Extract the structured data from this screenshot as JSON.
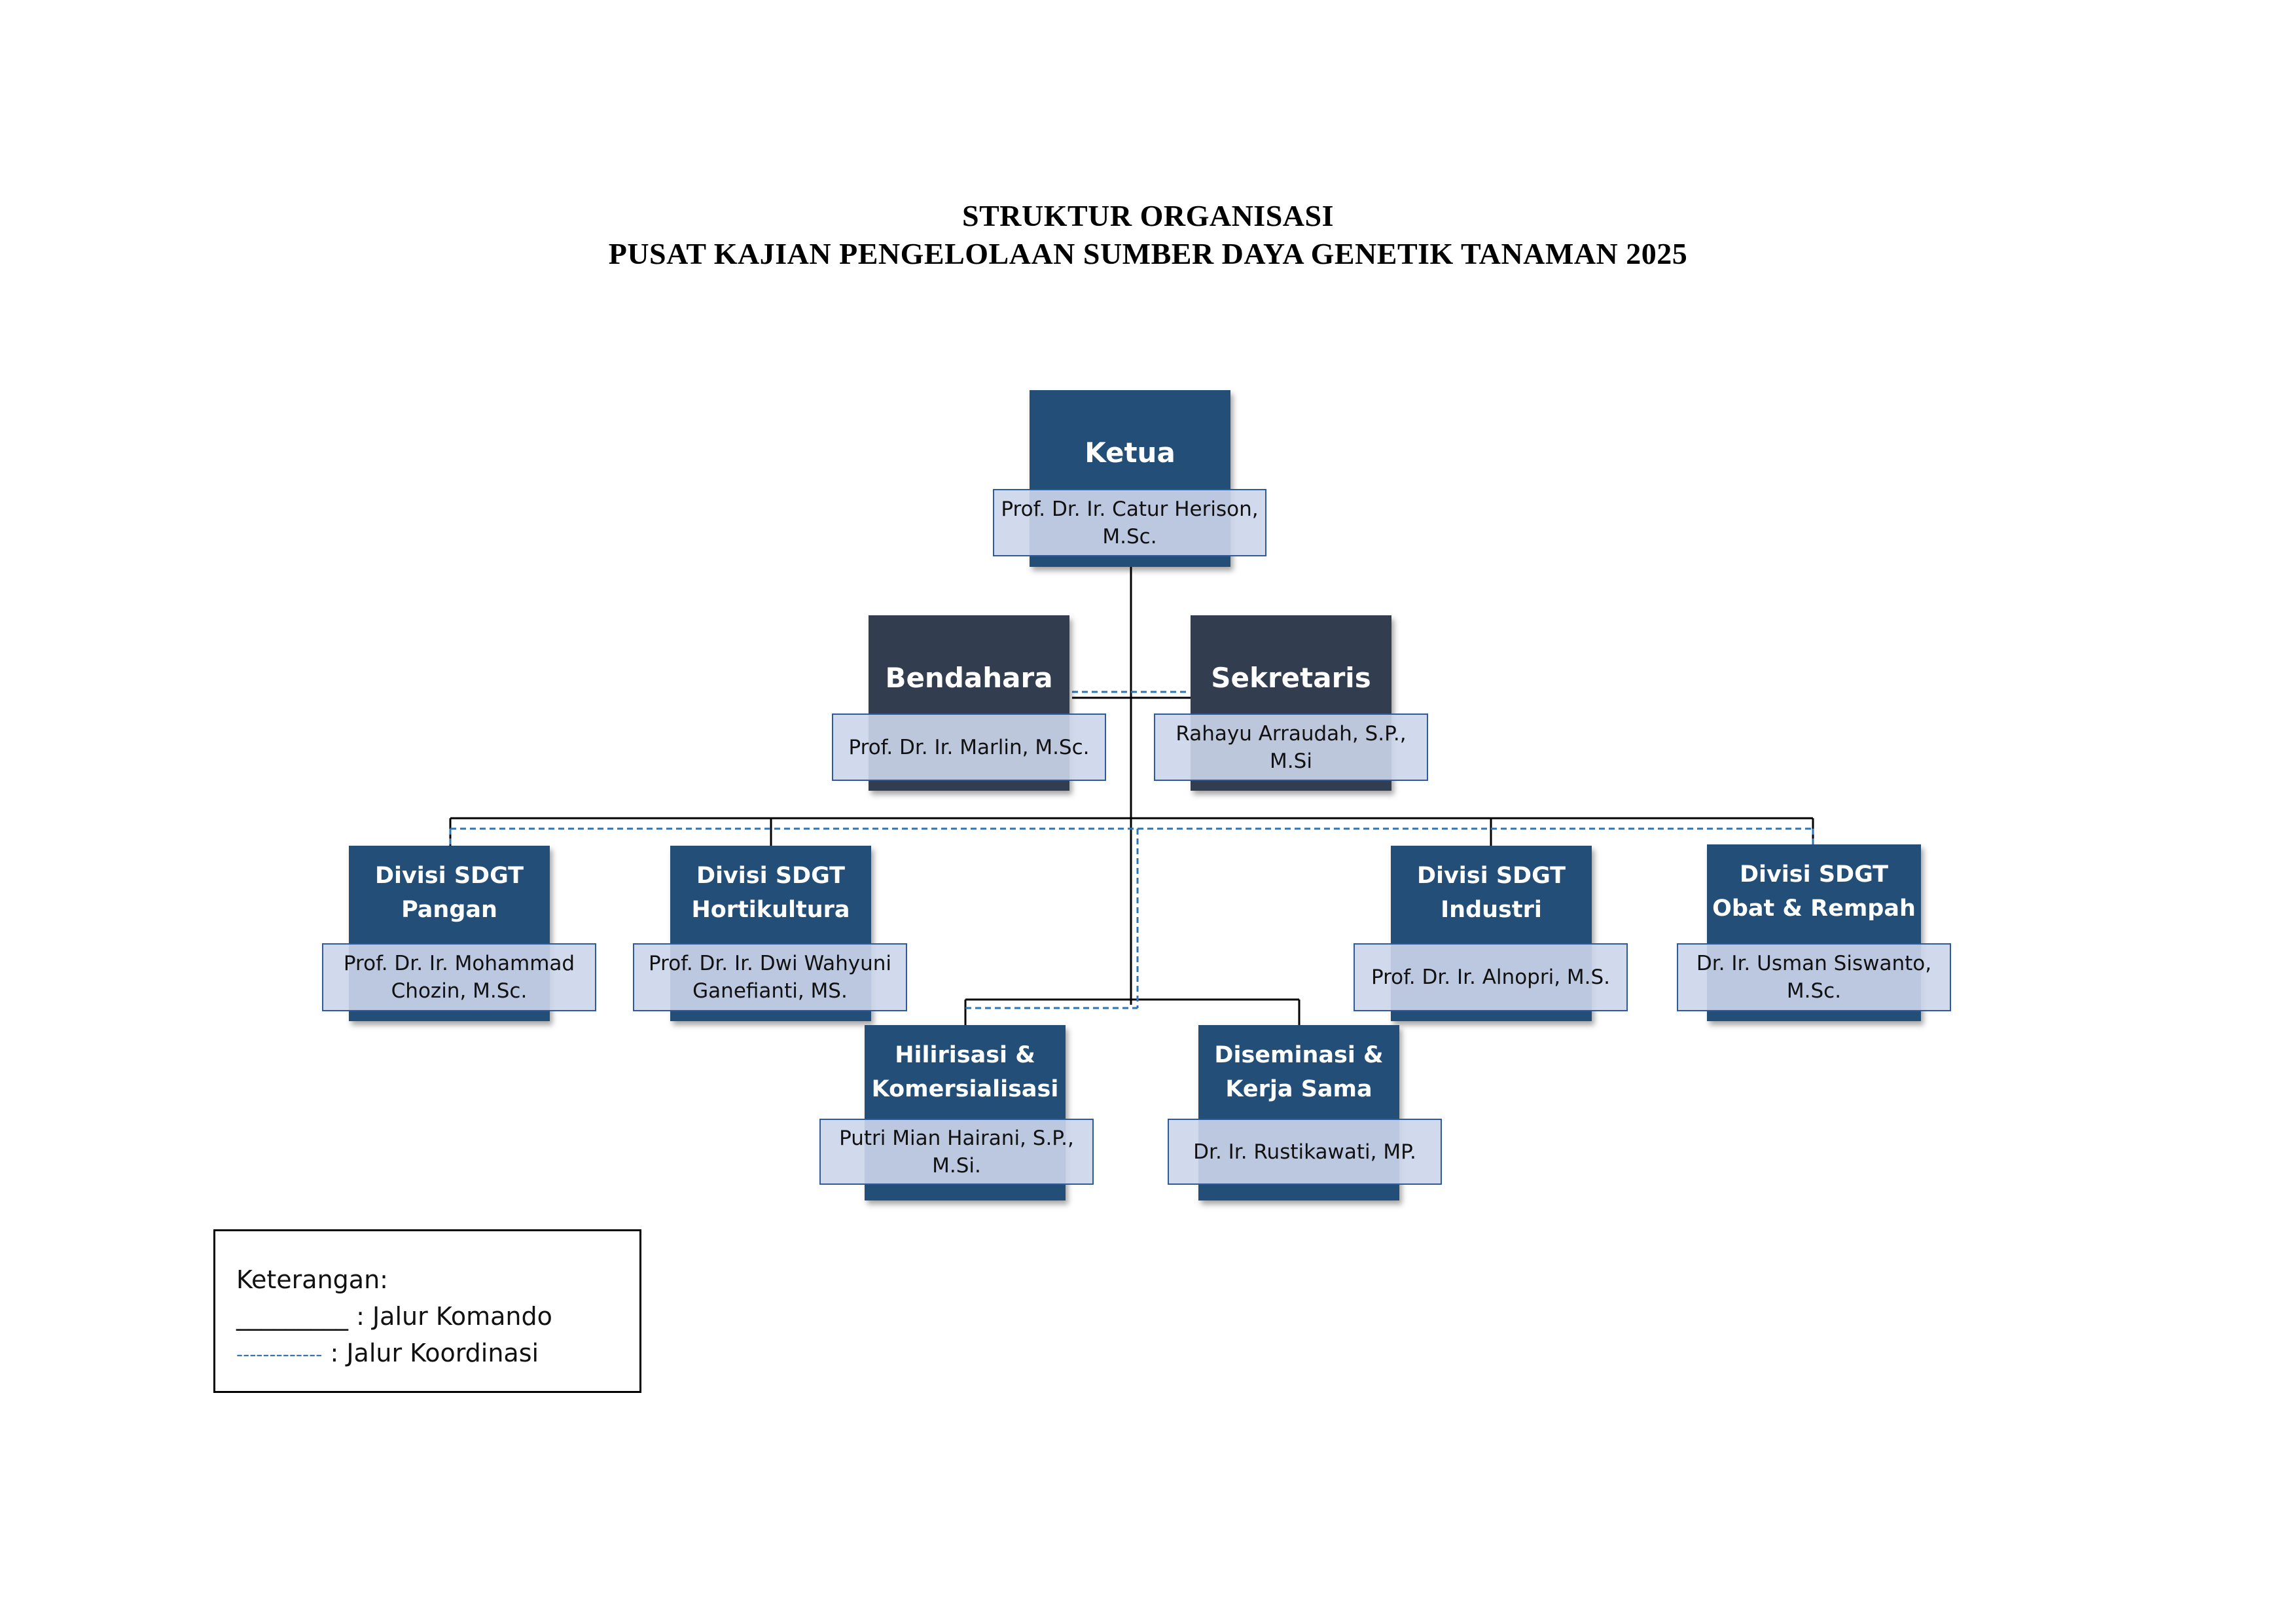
{
  "title": {
    "line1": "STRUKTUR ORGANISASI",
    "line2": "PUSAT KAJIAN PENGELOLAAN SUMBER DAYA GENETIK TANAMAN 2025"
  },
  "nodes": {
    "ketua": {
      "role": "Ketua",
      "name": "Prof. Dr. Ir. Catur Herison, M.Sc."
    },
    "bendahara": {
      "role": "Bendahara",
      "name": "Prof. Dr. Ir. Marlin, M.Sc."
    },
    "sekretaris": {
      "role": "Sekretaris",
      "name": "Rahayu Arraudah, S.P., M.Si"
    },
    "pangan": {
      "role_line1": "Divisi SDGT",
      "role_line2": "Pangan",
      "name": "Prof. Dr. Ir. Mohammad Chozin, M.Sc."
    },
    "hortikultura": {
      "role_line1": "Divisi SDGT",
      "role_line2": "Hortikultura",
      "name": "Prof. Dr. Ir. Dwi Wahyuni Ganefianti, MS."
    },
    "industri": {
      "role_line1": "Divisi SDGT",
      "role_line2": "Industri",
      "name": "Prof. Dr. Ir. Alnopri, M.S."
    },
    "obat": {
      "role_line1": "Divisi SDGT",
      "role_line2": "Obat & Rempah",
      "name": "Dr. Ir. Usman Siswanto, M.Sc."
    },
    "hilirisasi": {
      "role_line1": "Hilirisasi &",
      "role_line2": "Komersialisasi",
      "name": "Putri Mian Hairani, S.P., M.Si."
    },
    "diseminasi": {
      "role_line1": "Diseminasi &",
      "role_line2": "Kerja Sama",
      "name": "Dr. Ir. Rustikawati, MP."
    }
  },
  "legend": {
    "heading": "Keterangan:",
    "komando_symbol": "_________",
    "komando_label": ": Jalur Komando",
    "koordinasi_symbol": "-------------",
    "koordinasi_label": ": Jalur Koordinasi"
  },
  "colors": {
    "box_blue": "#234e78",
    "box_dark": "#323d4f",
    "name_fill": "#ccd6eb",
    "name_border": "#2f5b9a",
    "dashed_line": "#2e75b6",
    "solid_line": "#000000"
  }
}
